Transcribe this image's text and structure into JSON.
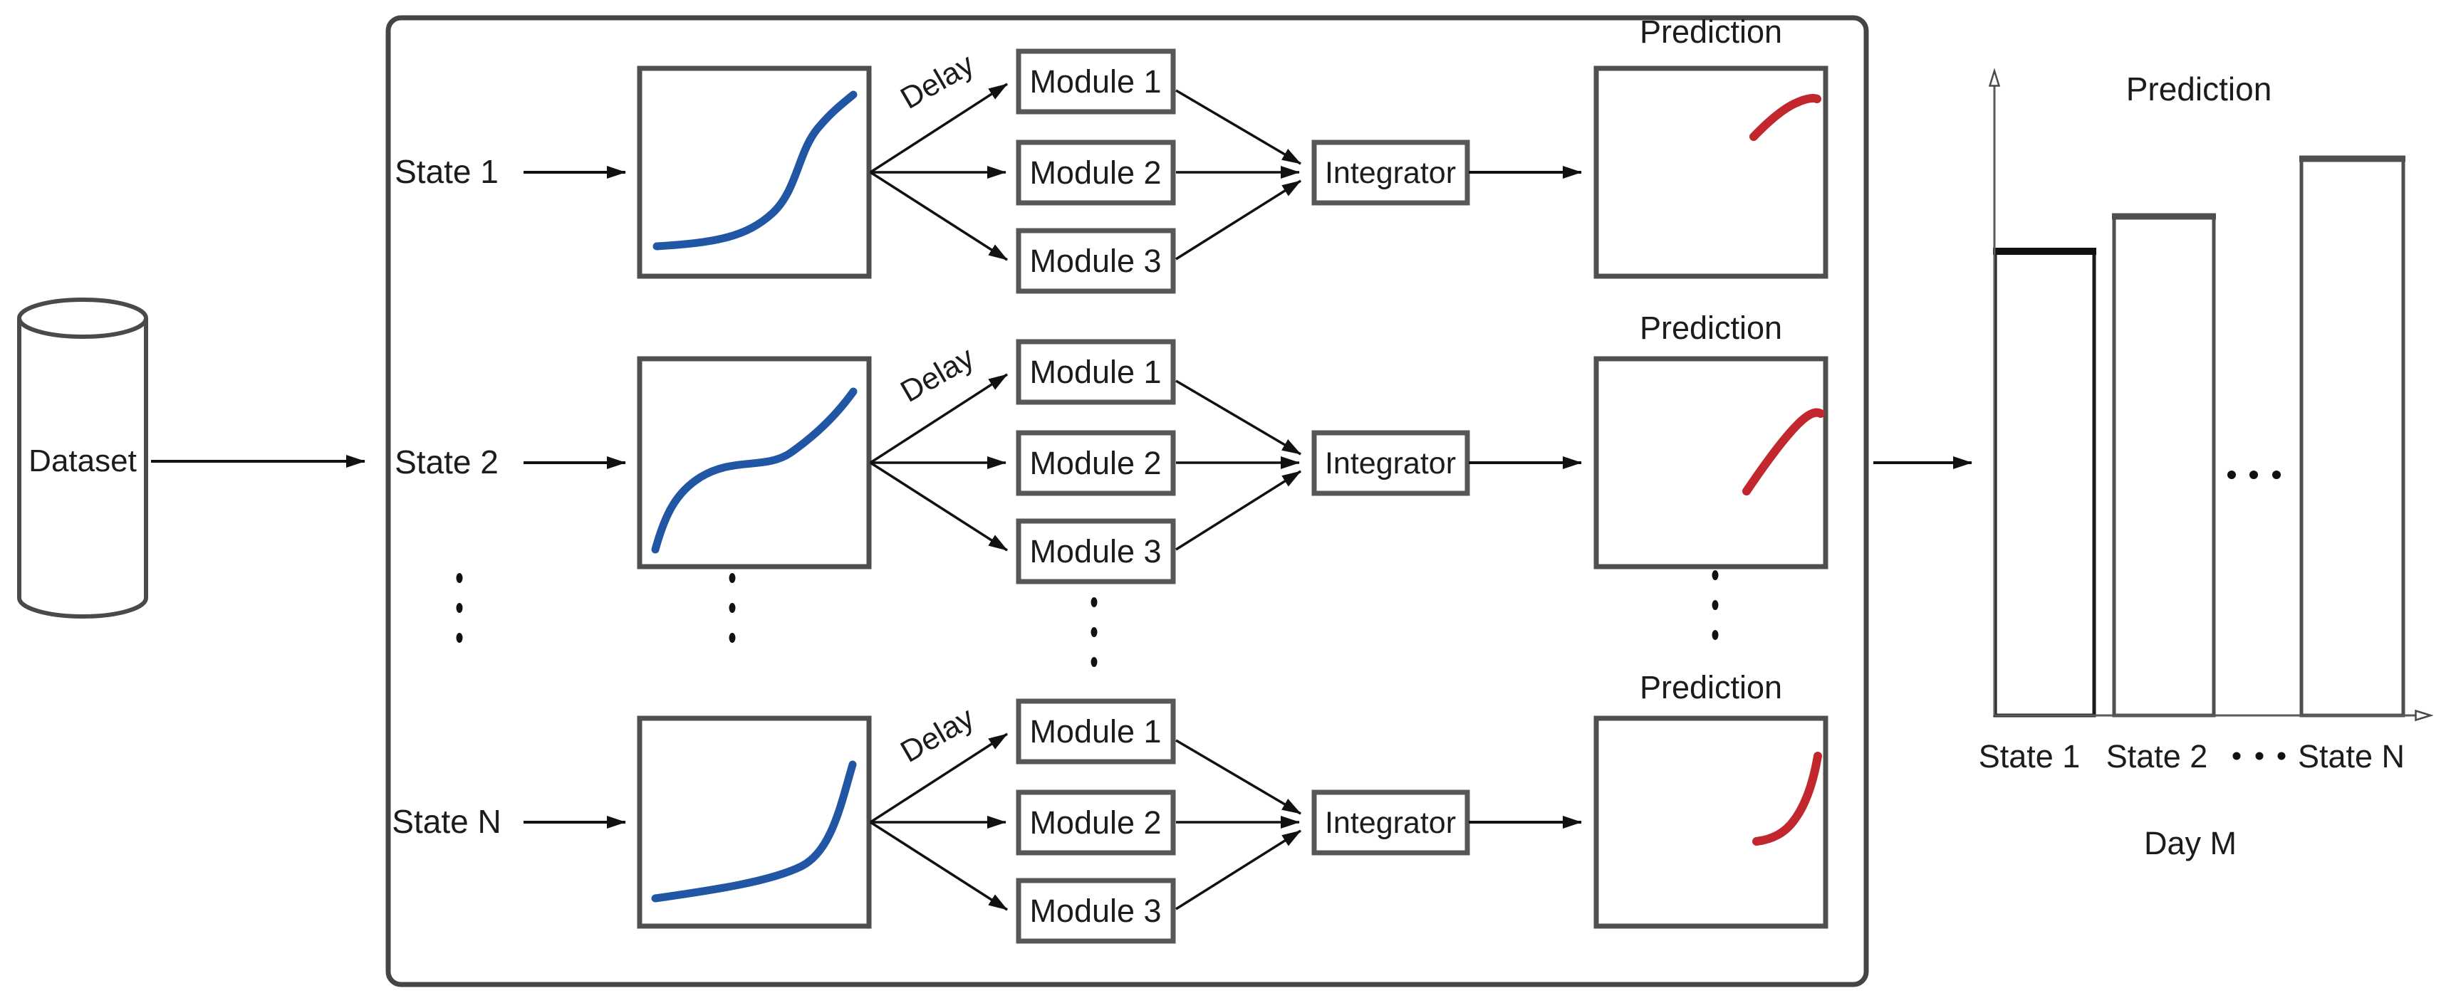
{
  "diagram": {
    "dataset_label": "Dataset",
    "rows": [
      {
        "state_label": "State 1",
        "delay_label": "Delay",
        "module_labels": [
          "Module 1",
          "Module 2",
          "Module 3"
        ],
        "integrator_label": "Integrator",
        "prediction_label": "Prediction",
        "input_curve": "sigmoid-blue",
        "output_curve": "rising-flattening-red"
      },
      {
        "state_label": "State 2",
        "delay_label": "Delay",
        "module_labels": [
          "Module 1",
          "Module 2",
          "Module 3"
        ],
        "integrator_label": "Integrator",
        "prediction_label": "Prediction",
        "input_curve": "cubic-plateau-blue",
        "output_curve": "rising-flattening-red"
      },
      {
        "state_label": "State N",
        "delay_label": "Delay",
        "module_labels": [
          "Module 1",
          "Module 2",
          "Module 3"
        ],
        "integrator_label": "Integrator",
        "prediction_label": "Prediction",
        "input_curve": "exponential-blue",
        "output_curve": "exponential-red"
      }
    ],
    "vertical_ellipsis": "⋮",
    "colors": {
      "curve_blue": "#2156a5",
      "curve_red": "#c1272c",
      "box_border_gray": "#4f4f4f",
      "outer_border": "#454545",
      "arrow_black": "#111111"
    }
  },
  "chart_data": {
    "type": "bar",
    "title": "Prediction",
    "categories": [
      "State 1",
      "State 2",
      "State N"
    ],
    "ellipsis_between_last": "• • •",
    "values": [
      0.71,
      0.76,
      0.85
    ],
    "value_units": "relative (no numeric axis labels shown)",
    "xlabel": "Day M",
    "ylabel": "",
    "ylim": [
      0,
      1
    ],
    "grid": false,
    "legend": false,
    "bar_fill": "#ffffff",
    "bar_borders": [
      "#1a1a1a",
      "#4f4f4f",
      "#4f4f4f"
    ]
  }
}
